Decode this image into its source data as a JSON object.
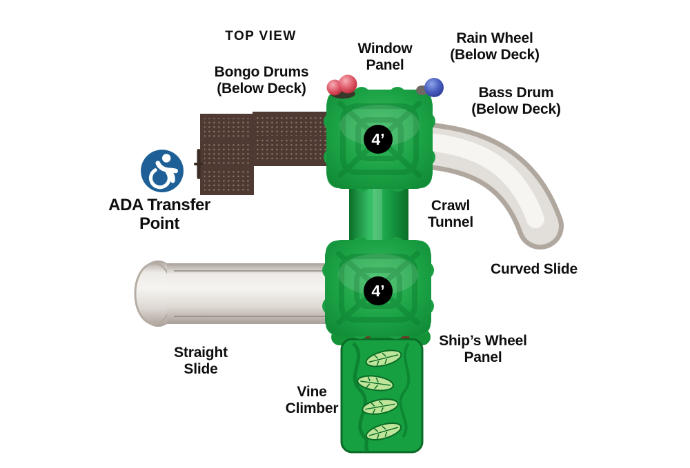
{
  "title": "TOP VIEW",
  "labels": {
    "bongo_drums": [
      "Bongo Drums",
      "(Below Deck)"
    ],
    "window_panel": [
      "Window",
      "Panel"
    ],
    "rain_wheel": [
      "Rain Wheel",
      "(Below Deck)"
    ],
    "bass_drum": [
      "Bass Drum",
      "(Below Deck)"
    ],
    "ada_transfer": [
      "ADA Transfer",
      "Point"
    ],
    "crawl_tunnel": [
      "Crawl",
      "Tunnel"
    ],
    "curved_slide": "Curved Slide",
    "straight_slide": [
      "Straight",
      "Slide"
    ],
    "ships_wheel_panel": [
      "Ship’s Wheel",
      "Panel"
    ],
    "vine_climber": [
      "Vine",
      "Climber"
    ]
  },
  "deck_heights": {
    "upper": "4’",
    "lower": "4’"
  },
  "icons": {
    "ada": "accessibility-wheelchair-icon",
    "bongo_drums": "red-bongo-drums-marker",
    "rain_wheel": "blue-rain-wheel-marker"
  },
  "colors": {
    "deck_green": "#1ba245",
    "deck_green_light": "#3cbd63",
    "deck_green_deep": "#0f8634",
    "deck_web": "#0c7c2e",
    "platform_brown": "#4e3a32",
    "platform_dot": "#97816f",
    "handle_dark": "#3b2d26",
    "slide_light": "#f6f4f1",
    "slide_mid": "#ddd8d2",
    "slide_dark": "#a9a098",
    "vine_green": "#17a041",
    "leaf_light": "#bfe59a",
    "bongo_red": "#cf3347",
    "rain_wheel_blue": "#3a50ad",
    "ada_blue": "#1d5f96",
    "ships_wheel_maroon": "#7b3026",
    "height_badge_bg": "#000000",
    "height_badge_text": "#ffffff",
    "label_text": "#0e0e0e"
  }
}
